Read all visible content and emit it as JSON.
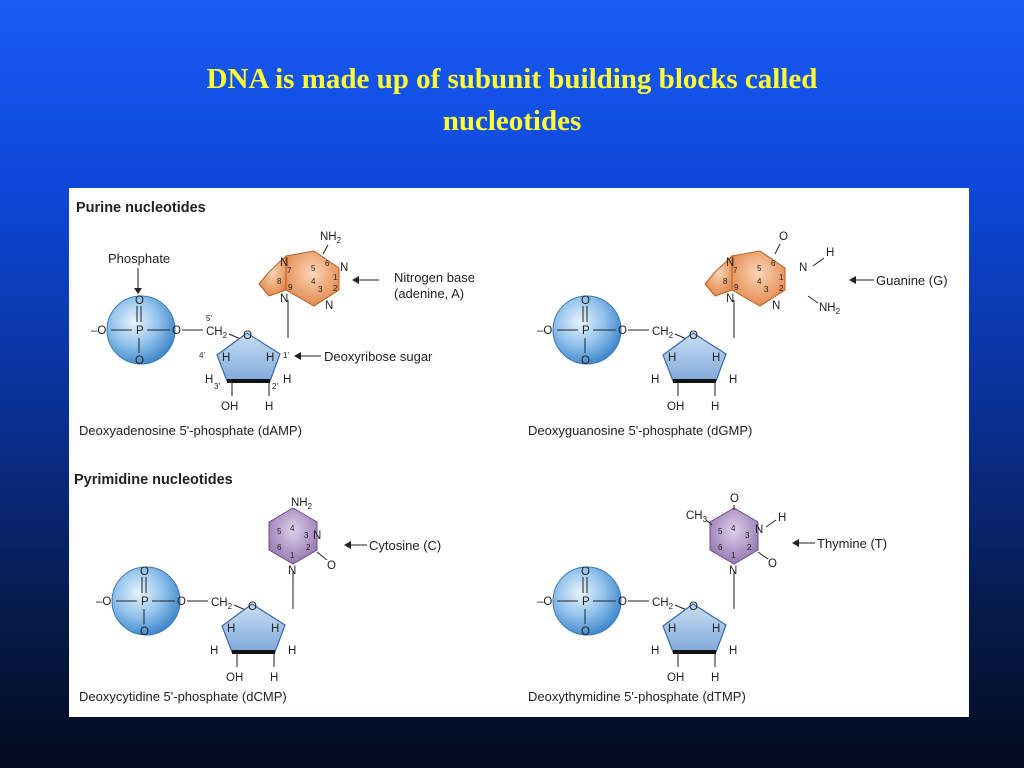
{
  "slide": {
    "title_line1": "DNA is made up of subunit building blocks called",
    "title_line2": "nucleotides"
  },
  "colors": {
    "title": "#ffff33",
    "purine": "#e8955a",
    "pyrimidine": "#9d84b7",
    "sugar": "#8eb6e3",
    "phosphate": "#6aa9de"
  },
  "figure": {
    "purine_header": "Purine nucleotides",
    "pyrimidine_header": "Pyrimidine nucleotides",
    "labels": {
      "phosphate": "Phosphate",
      "nitrogen_base_line1": "Nitrogen base",
      "nitrogen_base_line2": "(adenine, A)",
      "deoxyribose_sugar": "Deoxyribose sugar",
      "guanine": "Guanine (G)",
      "cytosine": "Cytosine (C)",
      "thymine": "Thymine (T)"
    },
    "atoms": {
      "P": "P",
      "O": "O",
      "N": "N",
      "H": "H",
      "OH": "OH",
      "NH2": "NH",
      "sub2": "2",
      "CH2": "CH",
      "CH3": "CH",
      "sub3": "3",
      "neg_O": "–O"
    },
    "ring_numbers": {
      "one": "1",
      "two": "2",
      "three": "3",
      "four": "4",
      "five": "5",
      "six": "6",
      "seven": "7",
      "eight": "8",
      "nine": "9",
      "c5p": "5'",
      "c4p": "4'",
      "c3p": "3'",
      "c2p": "2'",
      "c1p": "1'"
    },
    "captions": {
      "damp": "Deoxyadenosine 5'-phosphate (dAMP)",
      "dgmp": "Deoxyguanosine 5'-phosphate (dGMP)",
      "dcmp": "Deoxycytidine 5'-phosphate (dCMP)",
      "dtmp": "Deoxythymidine 5'-phosphate (dTMP)"
    }
  }
}
